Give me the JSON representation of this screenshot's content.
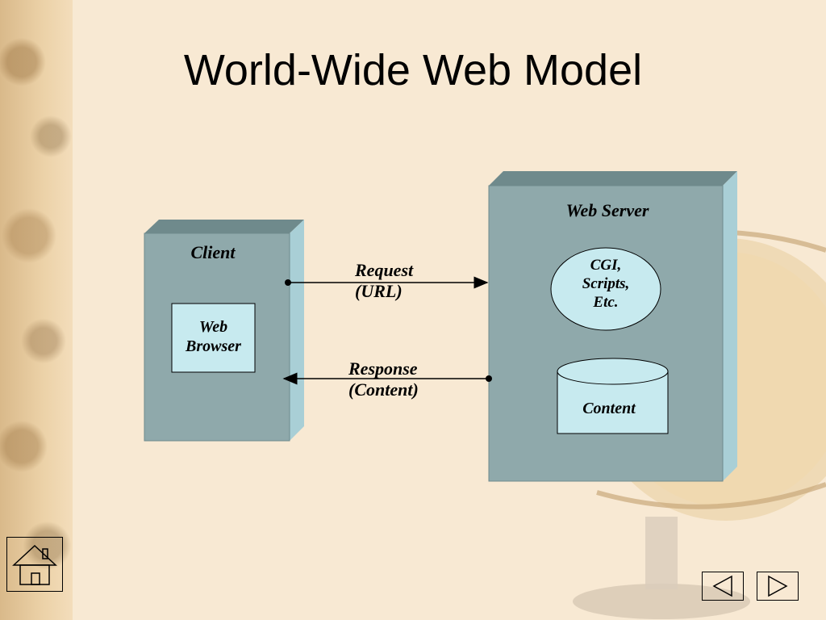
{
  "slide": {
    "title": "World-Wide Web Model"
  },
  "diagram": {
    "client": {
      "label": "Client",
      "browser_label_line1": "Web",
      "browser_label_line2": "Browser"
    },
    "server": {
      "label": "Web Server",
      "cgi_line1": "CGI,",
      "cgi_line2": "Scripts,",
      "cgi_line3": "Etc.",
      "content_label": "Content"
    },
    "request": {
      "line1": "Request",
      "line2": "(URL)"
    },
    "response": {
      "line1": "Response",
      "line2": "(Content)"
    }
  },
  "colors": {
    "box_front": "#8fa9ab",
    "box_top": "#6f8a8c",
    "box_side": "#a9cfd6",
    "inner_fill": "#c7eaef",
    "background": "#f8e9d3"
  },
  "nav": {
    "home_icon": "home-icon",
    "prev_icon": "triangle-left-icon",
    "next_icon": "triangle-right-icon"
  }
}
